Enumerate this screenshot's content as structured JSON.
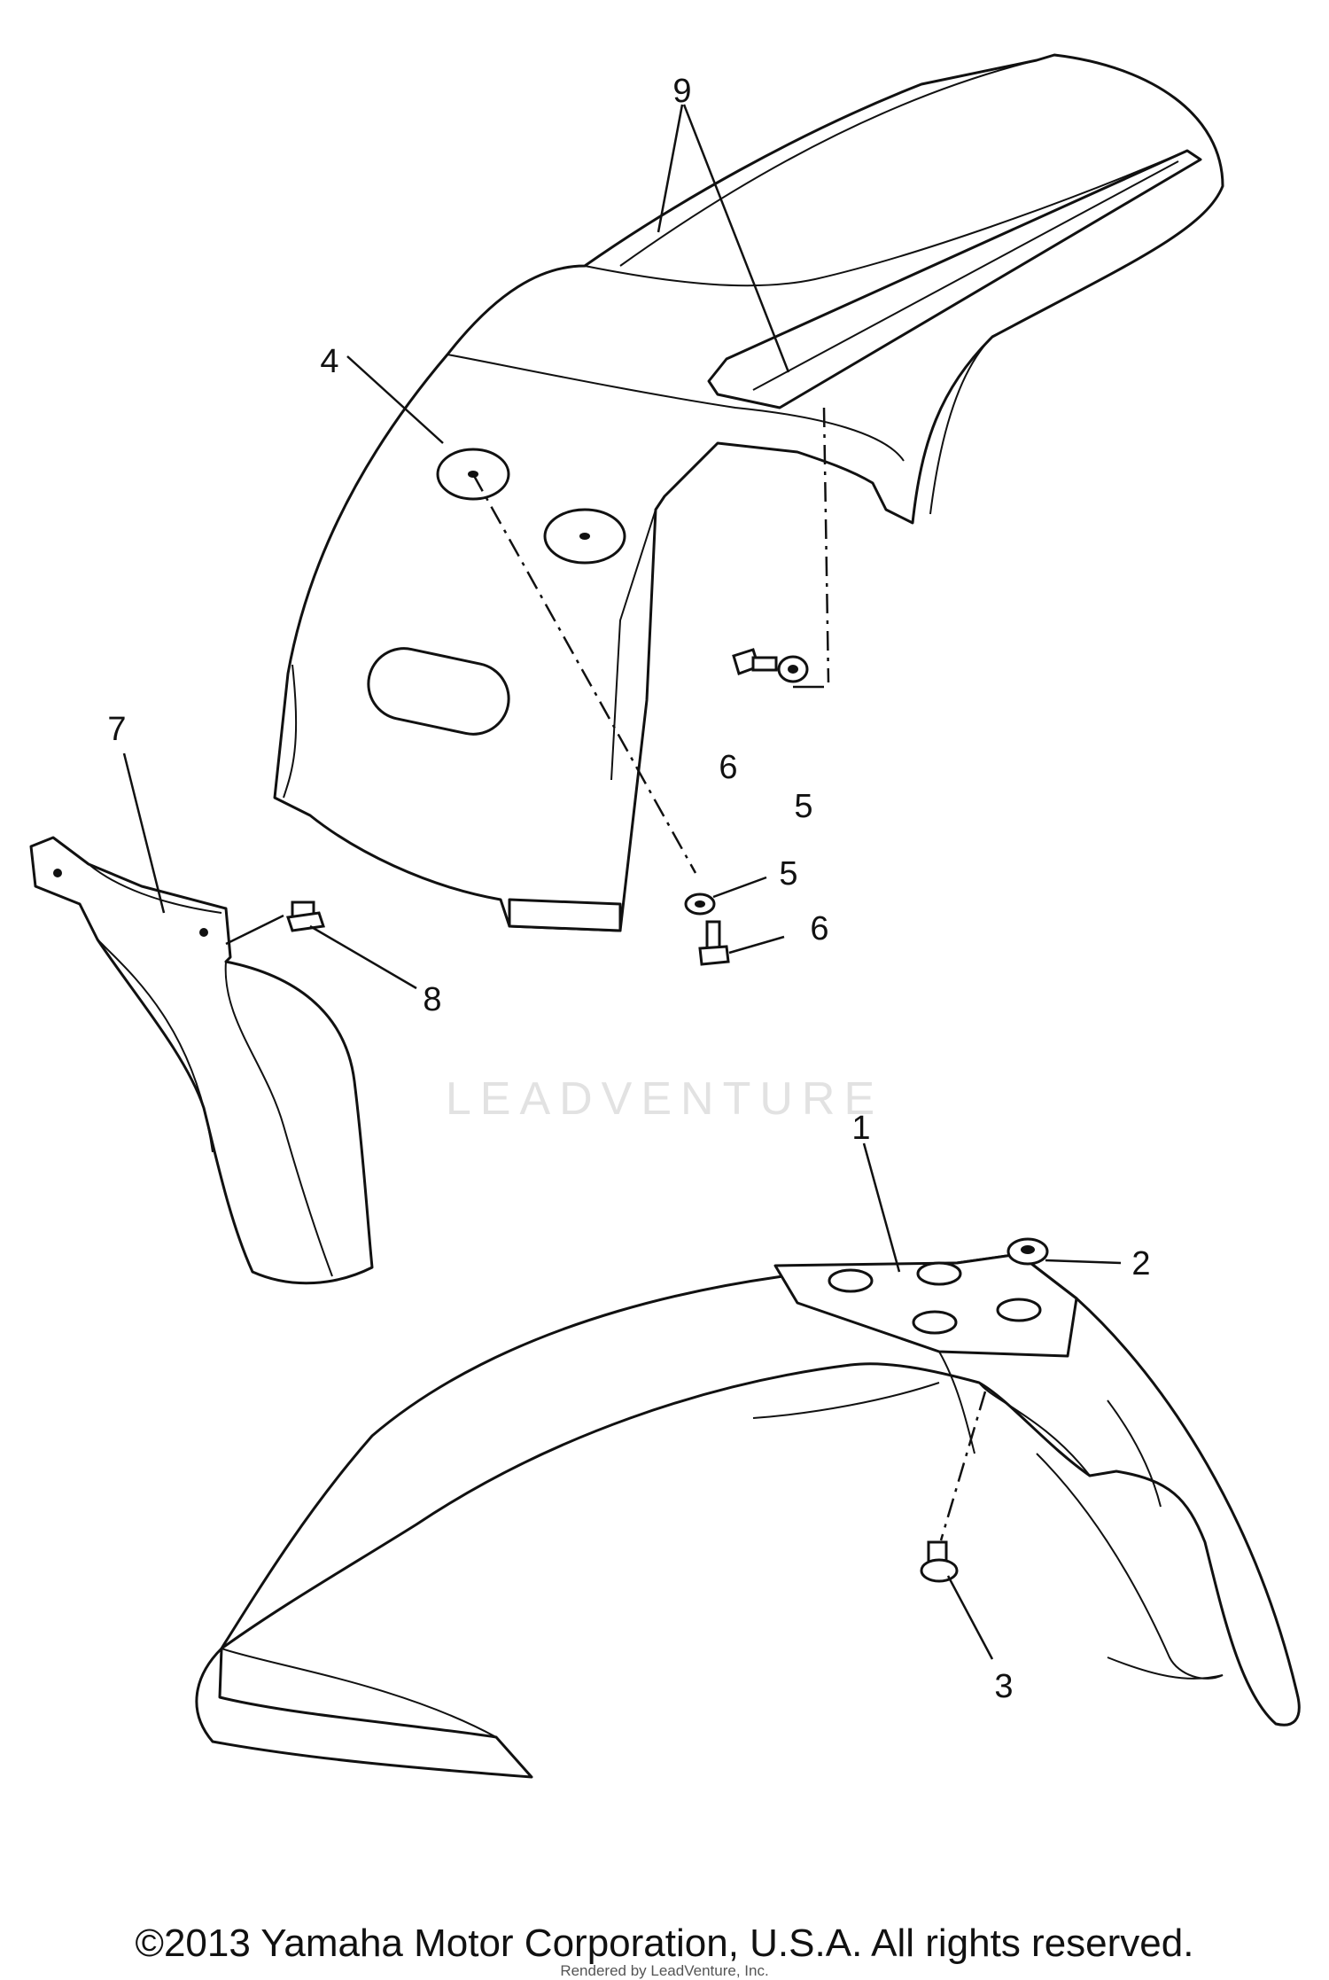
{
  "diagram": {
    "callouts": [
      "9",
      "4",
      "7",
      "6",
      "5",
      "5",
      "6",
      "8",
      "1",
      "2",
      "3"
    ]
  },
  "watermark": "LEADVENTURE",
  "footer": {
    "copyright": "©2013 Yamaha Motor Corporation, U.S.A. All rights reserved.",
    "rendered_by": "Rendered by LeadVenture, Inc."
  }
}
